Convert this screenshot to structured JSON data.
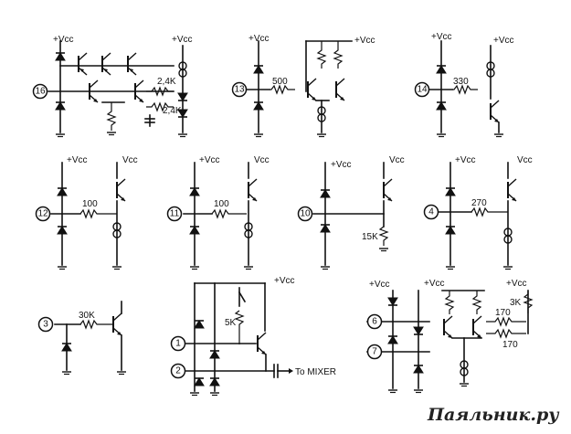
{
  "pins": {
    "p16": "16",
    "p13": "13",
    "p14": "14",
    "p12": "12",
    "p11": "11",
    "p10": "10",
    "p4": "4",
    "p3": "3",
    "p1": "1",
    "p2": "2",
    "p6": "6",
    "p7": "7"
  },
  "labels": {
    "vcc_plus": "+Vcc",
    "vcc": "Vcc",
    "r_2k4": "2,4K",
    "r_500": "500",
    "r_330": "330",
    "r_100": "100",
    "r_15k": "15K",
    "r_270": "270",
    "r_30k": "30K",
    "r_5k": "5K",
    "r_3k": "3K",
    "r_170": "170",
    "to_mixer": "To MIXER"
  },
  "watermark": "Паяльник.ру",
  "colors": {
    "ink": "#111111",
    "background": "#ffffff"
  }
}
